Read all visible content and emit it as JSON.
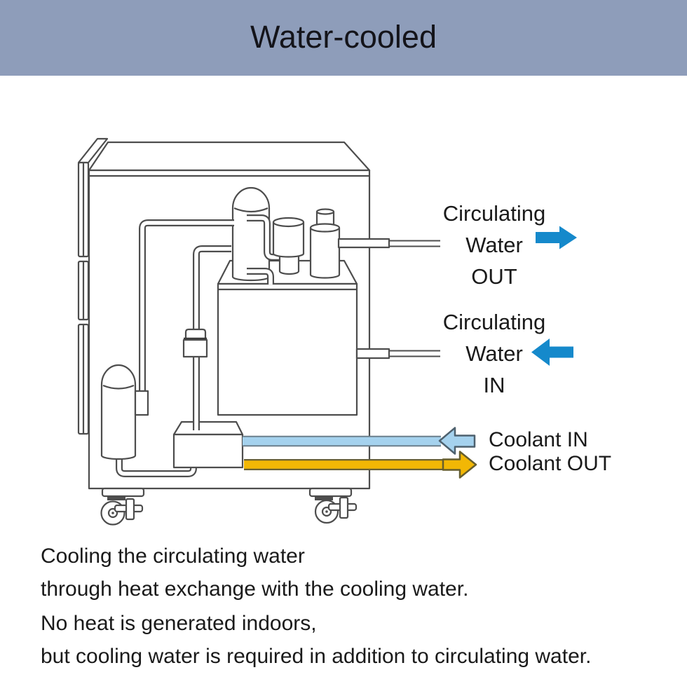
{
  "header": {
    "title": "Water-cooled",
    "bg_color": "#8e9dba"
  },
  "diagram": {
    "labels": {
      "circulating_out": [
        "Circulating",
        "Water",
        "OUT"
      ],
      "circulating_in": [
        "Circulating",
        "Water",
        "IN"
      ],
      "coolant_in": "Coolant IN",
      "coolant_out": "Coolant OUT"
    },
    "colors": {
      "arrow_blue": "#1589cb",
      "coolant_in_fill": "#a5d2ee",
      "coolant_in_stroke": "#4e616e",
      "coolant_out_fill": "#f2b705",
      "coolant_out_stroke": "#665e2e",
      "line": "#4d4d4d"
    }
  },
  "description": {
    "para1": [
      "Cooling the circulating water",
      "through heat exchange with the cooling water."
    ],
    "para2": [
      "No heat is generated indoors,",
      "but cooling water is required in addition to circulating water."
    ]
  }
}
